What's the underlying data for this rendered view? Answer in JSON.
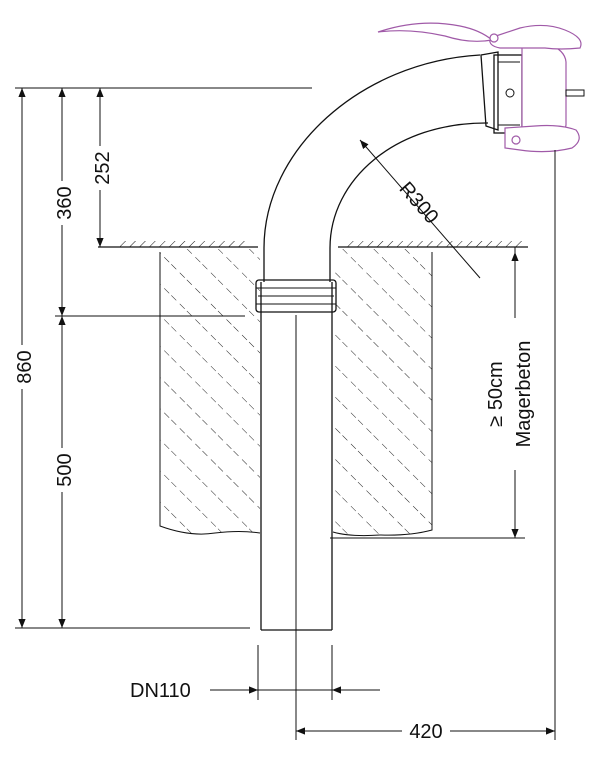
{
  "dimensions": {
    "total_height": "860",
    "upper_height": "360",
    "above_ground": "252",
    "lower_depth": "500",
    "radius": "R300",
    "pipe_diameter": "DN110",
    "horizontal_offset": "420"
  },
  "concrete_note": {
    "line1": "≥ 50cm",
    "line2": "Magerbeton"
  },
  "colors": {
    "line": "#111111",
    "coupling": "#a05aa8"
  }
}
